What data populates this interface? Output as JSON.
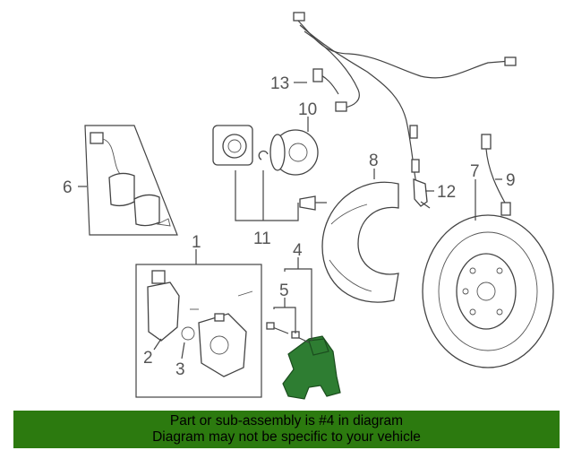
{
  "callouts": {
    "c1": "1",
    "c2": "2",
    "c3": "3",
    "c4": "4",
    "c5": "5",
    "c6": "6",
    "c7": "7",
    "c8": "8",
    "c9": "9",
    "c10": "10",
    "c11": "11",
    "c12": "12",
    "c13": "13"
  },
  "highlighted_part": "4",
  "colors": {
    "banner": "#2c7a0f",
    "highlight": "#2e7d32"
  },
  "banner": {
    "line1": "Part or sub-assembly is #4 in diagram",
    "line2": "Diagram may not be specific to your vehicle"
  }
}
